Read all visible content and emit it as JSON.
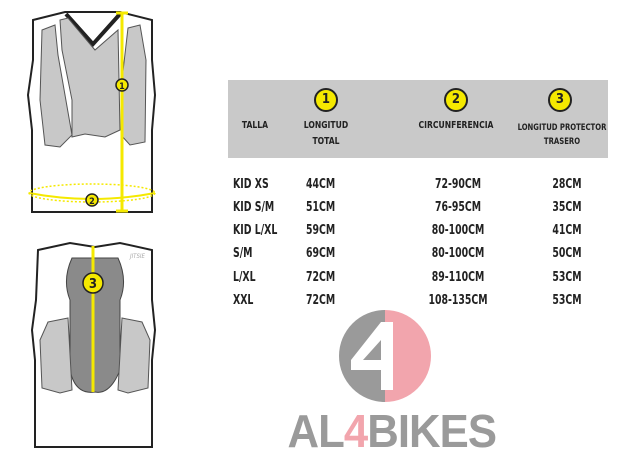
{
  "table": {
    "headers": [
      {
        "label": "TALLA"
      },
      {
        "number": "1",
        "label_line1": "LONGITUD",
        "label_line2": "TOTAL"
      },
      {
        "number": "2",
        "label_line1": "CIRCUNFERENCIA"
      },
      {
        "number": "3",
        "label_line1": "LONGITUD PROTECTOR",
        "label_line2": "TRASERO"
      }
    ],
    "rows": [
      [
        "KID XS",
        "44CM",
        "72-90CM",
        "28CM"
      ],
      [
        "KID S/M",
        "51CM",
        "76-95CM",
        "35CM"
      ],
      [
        "KID L/XL",
        "59CM",
        "80-100CM",
        "41CM"
      ],
      [
        "S/M",
        "69CM",
        "80-100CM",
        "50CM"
      ],
      [
        "L/XL",
        "72CM",
        "89-110CM",
        "53CM"
      ],
      [
        "XXL",
        "72CM",
        "108-135CM",
        "53CM"
      ]
    ]
  },
  "diagram": {
    "front_marker_1": "1",
    "front_marker_2": "2",
    "back_marker_3": "3",
    "brand_mark": "JITSIE"
  },
  "logo": {
    "text_prefix": "AL",
    "text_number": "4",
    "text_suffix": "BIKES",
    "mark": "4"
  },
  "colors": {
    "accent_yellow": "#f5e900",
    "header_gray": "#c9c9c9",
    "logo_gray": "#9a9a9a",
    "logo_pink": "#f2a5ad"
  }
}
